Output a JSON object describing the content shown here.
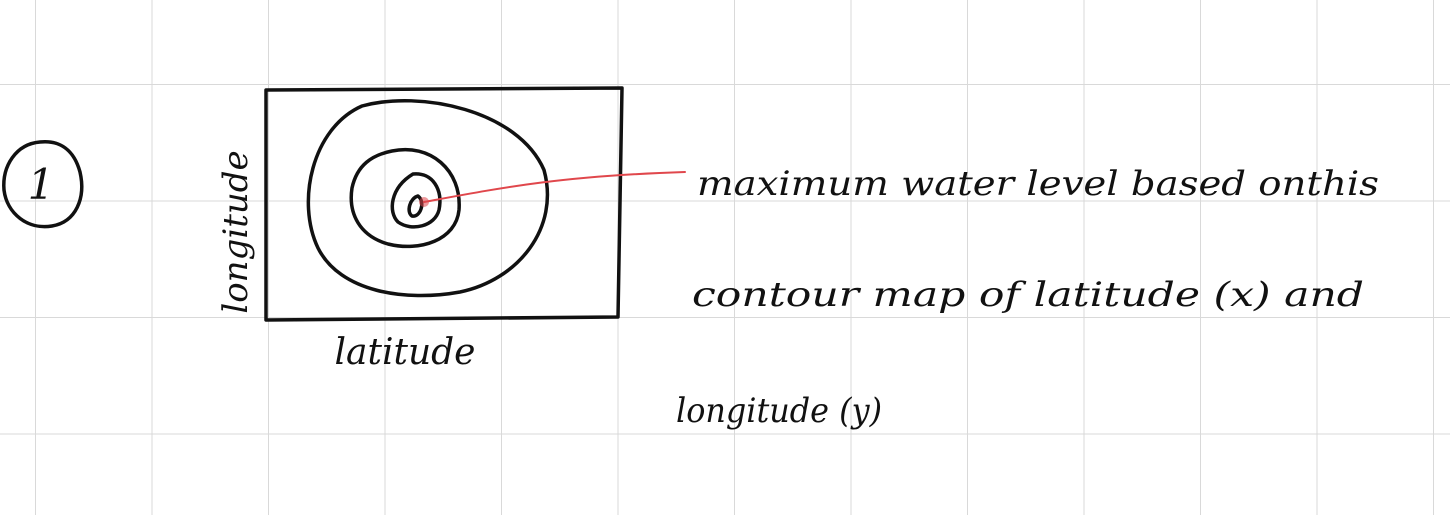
{
  "step_number": "1",
  "axis_labels": {
    "horizontal": "latitude",
    "vertical": "longitude"
  },
  "annotation_lines": [
    "maximum water level based onthis",
    "contour map of latitude (x) and",
    "longitude (y)"
  ],
  "colors": {
    "ink": "#111111",
    "highlight": "#e0474c",
    "grid": "#d9d9d9"
  }
}
